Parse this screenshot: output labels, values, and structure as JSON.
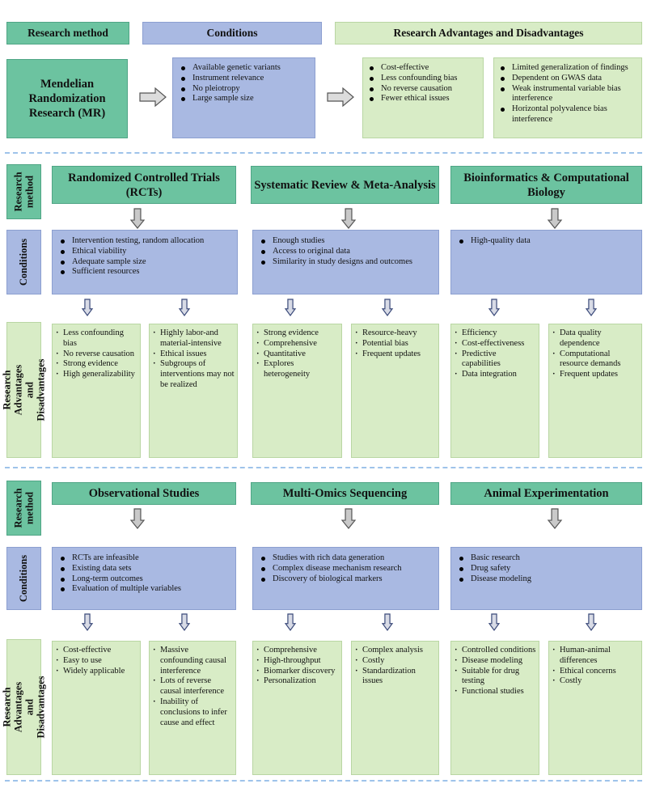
{
  "top": {
    "header_method": "Research method",
    "header_conditions": "Conditions",
    "header_adv": "Research Advantages and Disadvantages",
    "mr_title": "Mendelian Randomization Research (MR)",
    "mr_conditions": [
      "Available genetic variants",
      "Instrument relevance",
      "No pleiotropy",
      "Large sample size"
    ],
    "mr_advantages": [
      "Cost-effective",
      "Less confounding bias",
      "No reverse causation",
      "Fewer ethical issues"
    ],
    "mr_disadvantages": [
      "Limited generalization of findings",
      "Dependent on GWAS data",
      "Weak instrumental variable bias interference",
      "Horizontal polyvalence bias interference"
    ]
  },
  "labels": {
    "research_method": "Research method",
    "conditions": "Conditions",
    "adv_dis": "Research Advantages and Disadvantages"
  },
  "section2": {
    "rct": {
      "title": "Randomized Controlled Trials (RCTs)",
      "conditions": [
        "Intervention testing, random allocation",
        "Ethical viability",
        "Adequate sample size",
        "Sufficient resources"
      ],
      "advantages": [
        "Less confounding bias",
        "No reverse causation",
        "Strong evidence",
        "High generalizability"
      ],
      "disadvantages": [
        "Highly labor-and material-intensive",
        "Ethical issues",
        "Subgroups of interventions may not be realized"
      ]
    },
    "sr": {
      "title": "Systematic Review & Meta-Analysis",
      "conditions": [
        "Enough studies",
        "Access to original data",
        "Similarity in study designs and outcomes"
      ],
      "advantages": [
        "Strong evidence",
        "Comprehensive",
        "Quantitative",
        "Explores heterogeneity"
      ],
      "disadvantages": [
        "Resource-heavy",
        "Potential bias",
        "Frequent updates"
      ]
    },
    "bio": {
      "title": "Bioinformatics & Computational Biology",
      "conditions": [
        "High-quality data"
      ],
      "advantages": [
        "Efficiency",
        "Cost-effectiveness",
        "Predictive capabilities",
        "Data integration"
      ],
      "disadvantages": [
        "Data quality dependence",
        "Computational resource demands",
        "Frequent updates"
      ]
    }
  },
  "section3": {
    "obs": {
      "title": "Observational Studies",
      "conditions": [
        "RCTs are infeasible",
        "Existing data sets",
        "Long-term outcomes",
        "Evaluation of multiple variables"
      ],
      "advantages": [
        "Cost-effective",
        "Easy to use",
        "Widely applicable"
      ],
      "disadvantages": [
        "Massive confounding causal interference",
        "Lots of reverse causal interference",
        "Inability of conclusions to infer cause and effect"
      ]
    },
    "omics": {
      "title": "Multi-Omics Sequencing",
      "conditions": [
        "Studies with rich data generation",
        "Complex disease mechanism research",
        "Discovery of biological markers"
      ],
      "advantages": [
        "Comprehensive",
        "High-throughput",
        "Biomarker discovery",
        "Personalization"
      ],
      "disadvantages": [
        "Complex analysis",
        "Costly",
        "Standardization issues"
      ]
    },
    "animal": {
      "title": "Animal Experimentation",
      "conditions": [
        "Basic research",
        "Drug safety",
        "Disease modeling"
      ],
      "advantages": [
        "Controlled conditions",
        "Disease modeling",
        "Suitable for drug testing",
        "Functional studies"
      ],
      "disadvantages": [
        "Human-animal differences",
        "Ethical concerns",
        "Costly"
      ]
    }
  }
}
